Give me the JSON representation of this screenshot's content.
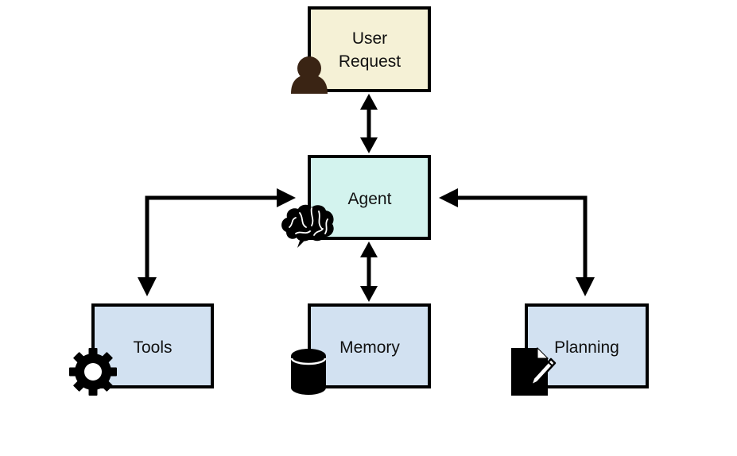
{
  "diagram": {
    "nodes": {
      "user_request": {
        "label_line1": "User",
        "label_line2": "Request",
        "fill": "#f5f1d6",
        "icon": "person-icon"
      },
      "agent": {
        "label": "Agent",
        "fill": "#d3f3ee",
        "icon": "brain-icon"
      },
      "tools": {
        "label": "Tools",
        "fill": "#d2e1f1",
        "icon": "gear-icon"
      },
      "memory": {
        "label": "Memory",
        "fill": "#d2e1f1",
        "icon": "database-icon"
      },
      "planning": {
        "label": "Planning",
        "fill": "#d2e1f1",
        "icon": "document-pen-icon"
      }
    },
    "edges": [
      {
        "from": "user_request",
        "to": "agent",
        "direction": "both"
      },
      {
        "from": "agent",
        "to": "tools",
        "direction": "both"
      },
      {
        "from": "agent",
        "to": "memory",
        "direction": "both"
      },
      {
        "from": "agent",
        "to": "planning",
        "direction": "both"
      }
    ],
    "stroke_color": "#000000"
  }
}
